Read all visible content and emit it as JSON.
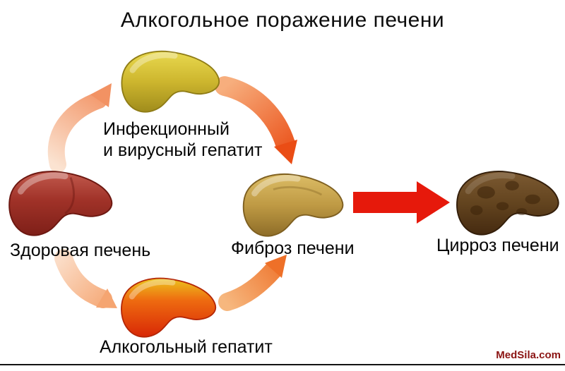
{
  "title": "Алкогольное поражение печени",
  "stages": {
    "healthy": {
      "label": "Здоровая печень"
    },
    "viral_hepatitis": {
      "label": "Инфекционный\nи вирусный гепатит"
    },
    "alcoholic_hepatitis": {
      "label": "Алкогольный гепатит"
    },
    "fibrosis": {
      "label": "Фиброз печени"
    },
    "cirrhosis": {
      "label": "Цирроз печени"
    }
  },
  "watermark": "MedSila.com",
  "colors": {
    "healthy_liver": "#9e2f26",
    "viral_liver": "#cdb62e",
    "fibrosis_liver": "#bf9a44",
    "alcoholic_liver": "#e23c12",
    "cirrhosis_liver": "#63441f",
    "arrow_pale": "#f7c9a8",
    "arrow_orange": "#ee7028",
    "arrow_red": "#e6190b",
    "watermark_color": "#8b1413",
    "text_color": "#050505"
  }
}
